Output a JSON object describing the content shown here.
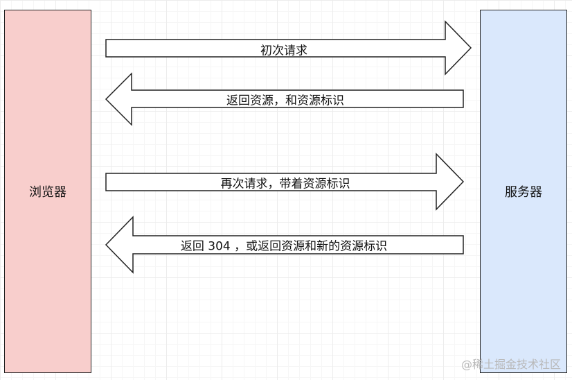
{
  "nodes": {
    "browser": {
      "label": "浏览器",
      "fill": "#f8cecc"
    },
    "server": {
      "label": "服务器",
      "fill": "#dae8fc"
    }
  },
  "arrows": [
    {
      "label": "初次请求",
      "direction": "to-server"
    },
    {
      "label": "返回资源，和资源标识",
      "direction": "to-browser"
    },
    {
      "label": "再次请求，带着资源标识",
      "direction": "to-server"
    },
    {
      "label": "返回 304 ，或返回资源和新的资源标识",
      "direction": "to-browser"
    }
  ],
  "watermark": "@稀土掘金技术社区",
  "colors": {
    "stroke": "#222222",
    "arrow_fill": "#ffffff"
  }
}
